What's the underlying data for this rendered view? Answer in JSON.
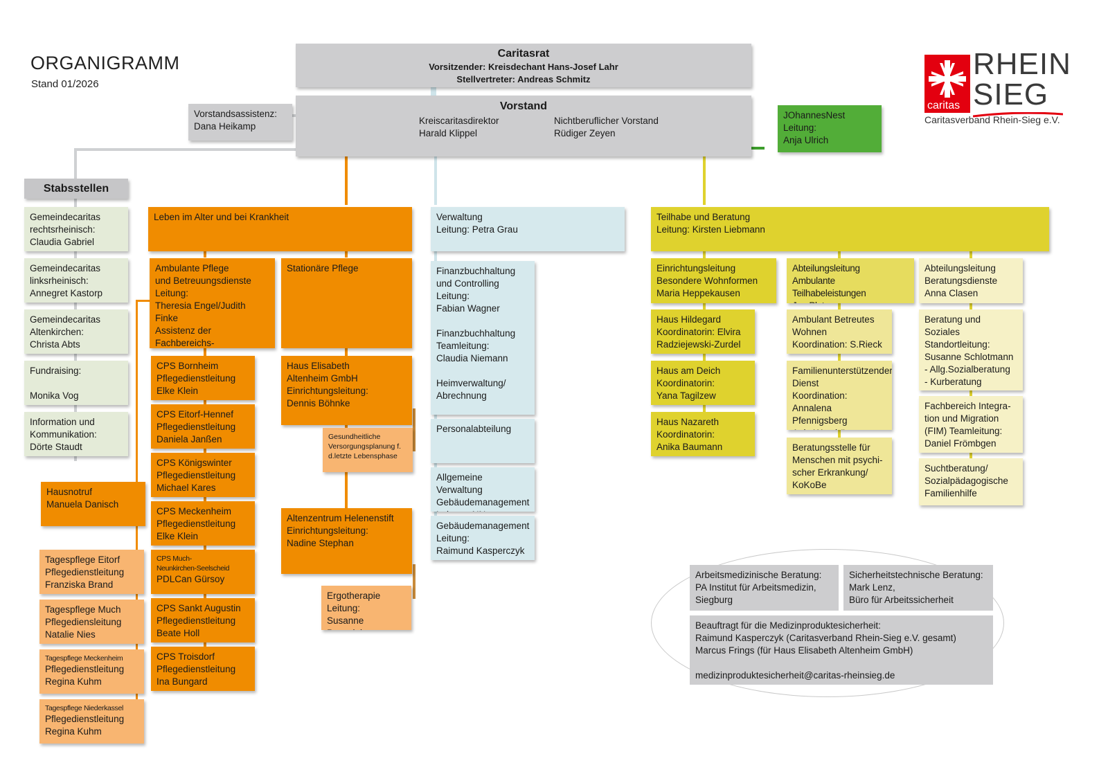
{
  "header": {
    "title": "ORGANIGRAMM",
    "subtitle": "Stand 01/2026"
  },
  "logo": {
    "word1": "RHEIN",
    "word2": "SIEG",
    "caritas": "caritas",
    "org": "Caritasverband Rhein-Sieg e.V.",
    "red": "#e3000f"
  },
  "caritasrat": {
    "title": "Caritasrat",
    "line1": "Vorsitzender: Kreisdechant Hans-Josef Lahr",
    "line2": "Stellvertreter: Andreas Schmitz"
  },
  "vorstand": {
    "title": "Vorstand",
    "left": "Kreiscaritasdirektor\nHarald Klippel",
    "right": "Nichtberuflicher Vorstand\nRüdiger Zeyen"
  },
  "assistenz": "Vorstandsassistenz:\nDana Heikamp",
  "johannesnest": "JOhannesNest\nLeitung:\nAnja Ulrich",
  "stabsstellen": {
    "title": "Stabsstellen",
    "items": [
      "Gemeindecaritas\nrechtsrheinisch:\nClaudia Gabriel",
      "Gemeindecaritas\nlinksrheinisch:\nAnnegret Kastorp",
      "Gemeindecaritas\nAltenkirchen:\nChrista Abts",
      "Fundraising:\n\nMonika Vog",
      "Information und\nKommunikation:\nDörte Staudt"
    ]
  },
  "leben": {
    "title": "Leben im Alter und bei Krankheit",
    "ambulant": "Ambulante Pflege\nund Betreuungsdienste\nLeitung:\nTheresia Engel/Judith Finke\nAssistenz der Fachbereichs-\nleitung:Manuela Danisch",
    "stationaer": "Stationäre Pflege",
    "cps": [
      "CPS Bornheim\nPflegedienstleitung\nElke Klein",
      "CPS Eitorf-Hennef\nPflegedienstleitung\nDaniela Janßen",
      "CPS Königswinter\nPflegedienstleitung\nMichael Kares",
      "CPS Meckenheim\nPflegedienstleitung\nElke Klein",
      "CPS Sankt Augustin\nPflegedienstleitung\nBeate Holl",
      "CPS Troisdorf\nPflegedienstleitung\nIna Bungard"
    ],
    "cps_much": {
      "line1": "CPS Much-",
      "line2": "Neunkirchen-Seelscheid",
      "line3": "PDLCan Gürsoy"
    },
    "hausnotruf": "Hausnotruf\nManuela Danisch",
    "tagespflege": [
      "Tagespflege Eitorf\nPflegedienstleitung\nFranziska Brand",
      "Tagespflege Much\nPflegediensleitung\nNatalie Nies"
    ],
    "tagespflege_mk": {
      "line1": "Tagespflege Meckenheim",
      "line2": "Pflegedienstleitung\nRegina Kuhm"
    },
    "tagespflege_nk": {
      "line1": "Tagespflege Niederkassel",
      "line2": "Pflegedienstleitung\nRegina Kuhm"
    },
    "haus_elisabeth": "Haus Elisabeth\nAltenheim GmbH\nEinrichtungsleitung:\nDennis Böhnke",
    "gesundheit": "Gesundheitliche\nVersorgungsplanung f.\nd.letzte Lebensphase",
    "helenenstift": "Altenzentrum Helenenstift\nEinrichtungsleitung:\nNadine Stephan",
    "ergo": "Ergotherapie\nLeitung:\nSusanne Przewloka"
  },
  "verwaltung": {
    "title": "Verwaltung\nLeitung: Petra Grau",
    "finanz_block": "Finanzbuchhaltung\nund Controlling\nLeitung:\nFabian Wagner\n\nFinanzbuchhaltung\nTeamleitung:\nClaudia Niemann\n\nHeimverwaltung/\nAbrechnung",
    "personal": "Personalabteilung",
    "allgemein": "Allgemeine Verwaltung\nGebäudemanagement\nLeitung: NN",
    "gebaeude": "Gebäudemanagement\nLeitung:\nRaimund Kasperczyk"
  },
  "teilhabe": {
    "title": "Teilhabe und Beratung\nLeitung: Kirsten Liebmann",
    "col1_head": "Einrichtungsleitung\nBesondere Wohnformen\nMaria Heppekausen",
    "col1": [
      "Haus Hildegard\nKoordinatorin: Elvira\nRadziejewski-Zurdel",
      "Haus am Deich\nKoordinatorin:\nYana Tagilzew",
      "Haus Nazareth\nKoordinatorin:\nAnika Baumann"
    ],
    "col2_head": "Abteilungsleitung\nAmbulante Teilhabeleistungen\nJan Platzmann",
    "col2": [
      "Ambulant Betreutes\nWohnen\nKoordination: S.Rieck",
      "Familienunterstützender\nDienst\nKoordination:\nAnnalena Pfennigsberg\nAnja Wemhöner",
      "Beratungsstelle für\nMenschen mit psychi-\nscher Erkrankung/\nKoKoBe"
    ],
    "col3_head": "Abteilungsleitung\nBeratungsdienste\nAnna Clasen",
    "col3": [
      "Beratung und Soziales\nStandortleitung:\nSusanne Schlotmann\n- Allg.Sozialberatung\n- Kurberatung\n- Krebsberatung",
      "Fachbereich Integra-\ntion und Migration\n(FIM) Teamleitung:\nDaniel Frömbgen",
      "Suchtberatung/\nSozialpädagogische\nFamilienhilfe"
    ]
  },
  "extern": {
    "arbeitsmed": "Arbeitsmedizinische Beratung:\nPA Institut für Arbeitsmedizin,\nSiegburg",
    "sicherheit": "Sicherheitstechnische Beratung:\nMark Lenz,\nBüro für Arbeitssicherheit",
    "medizin": "Beauftragt für die Medizinproduktesicherheit:\nRaimund Kasperczyk (Caritasverband Rhein-Sieg e.V. gesamt)\nMarcus Frings (für Haus Elisabeth Altenheim GmbH)\n\nmedizinproduktesicherheit@caritas-rheinsieg.de"
  }
}
